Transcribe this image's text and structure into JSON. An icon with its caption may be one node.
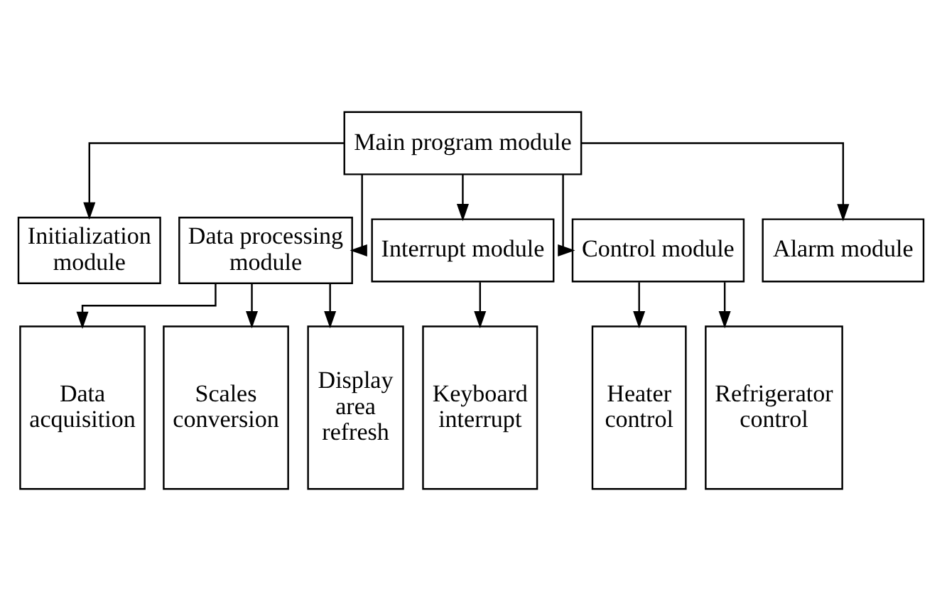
{
  "diagram": {
    "nodes": [
      {
        "text": [
          "Main program module"
        ]
      },
      {
        "text": [
          "Initialization module"
        ]
      },
      {
        "text": [
          "Data processing module"
        ]
      },
      {
        "text": [
          "Interrupt module"
        ]
      },
      {
        "text": [
          "Control module"
        ]
      },
      {
        "text": [
          "Alarm module"
        ]
      },
      {
        "text": [
          "Data acquisition"
        ]
      },
      {
        "text": [
          "Scales conversion"
        ]
      },
      {
        "text": [
          "Display area refresh"
        ]
      },
      {
        "text": [
          "Keyboard interrupt"
        ]
      },
      {
        "text": [
          "Heater control"
        ]
      },
      {
        "text": [
          "Refrigerator control"
        ]
      }
    ],
    "edges": [
      {
        "from": 0,
        "to": 1,
        "arrow": "to"
      },
      {
        "from": 0,
        "to": 2,
        "arrow": "to"
      },
      {
        "from": 0,
        "to": 3,
        "arrow": "to"
      },
      {
        "from": 0,
        "to": 4,
        "arrow": "to"
      },
      {
        "from": 0,
        "to": 5,
        "arrow": "to"
      },
      {
        "from": 2,
        "to": 6,
        "arrow": "to"
      },
      {
        "from": 2,
        "to": 7,
        "arrow": "to"
      },
      {
        "from": 2,
        "to": 8,
        "arrow": "to"
      },
      {
        "from": 3,
        "to": 9,
        "arrow": "to"
      },
      {
        "from": 4,
        "to": 10,
        "arrow": "to"
      },
      {
        "from": 4,
        "to": 11,
        "arrow": "to"
      }
    ]
  }
}
